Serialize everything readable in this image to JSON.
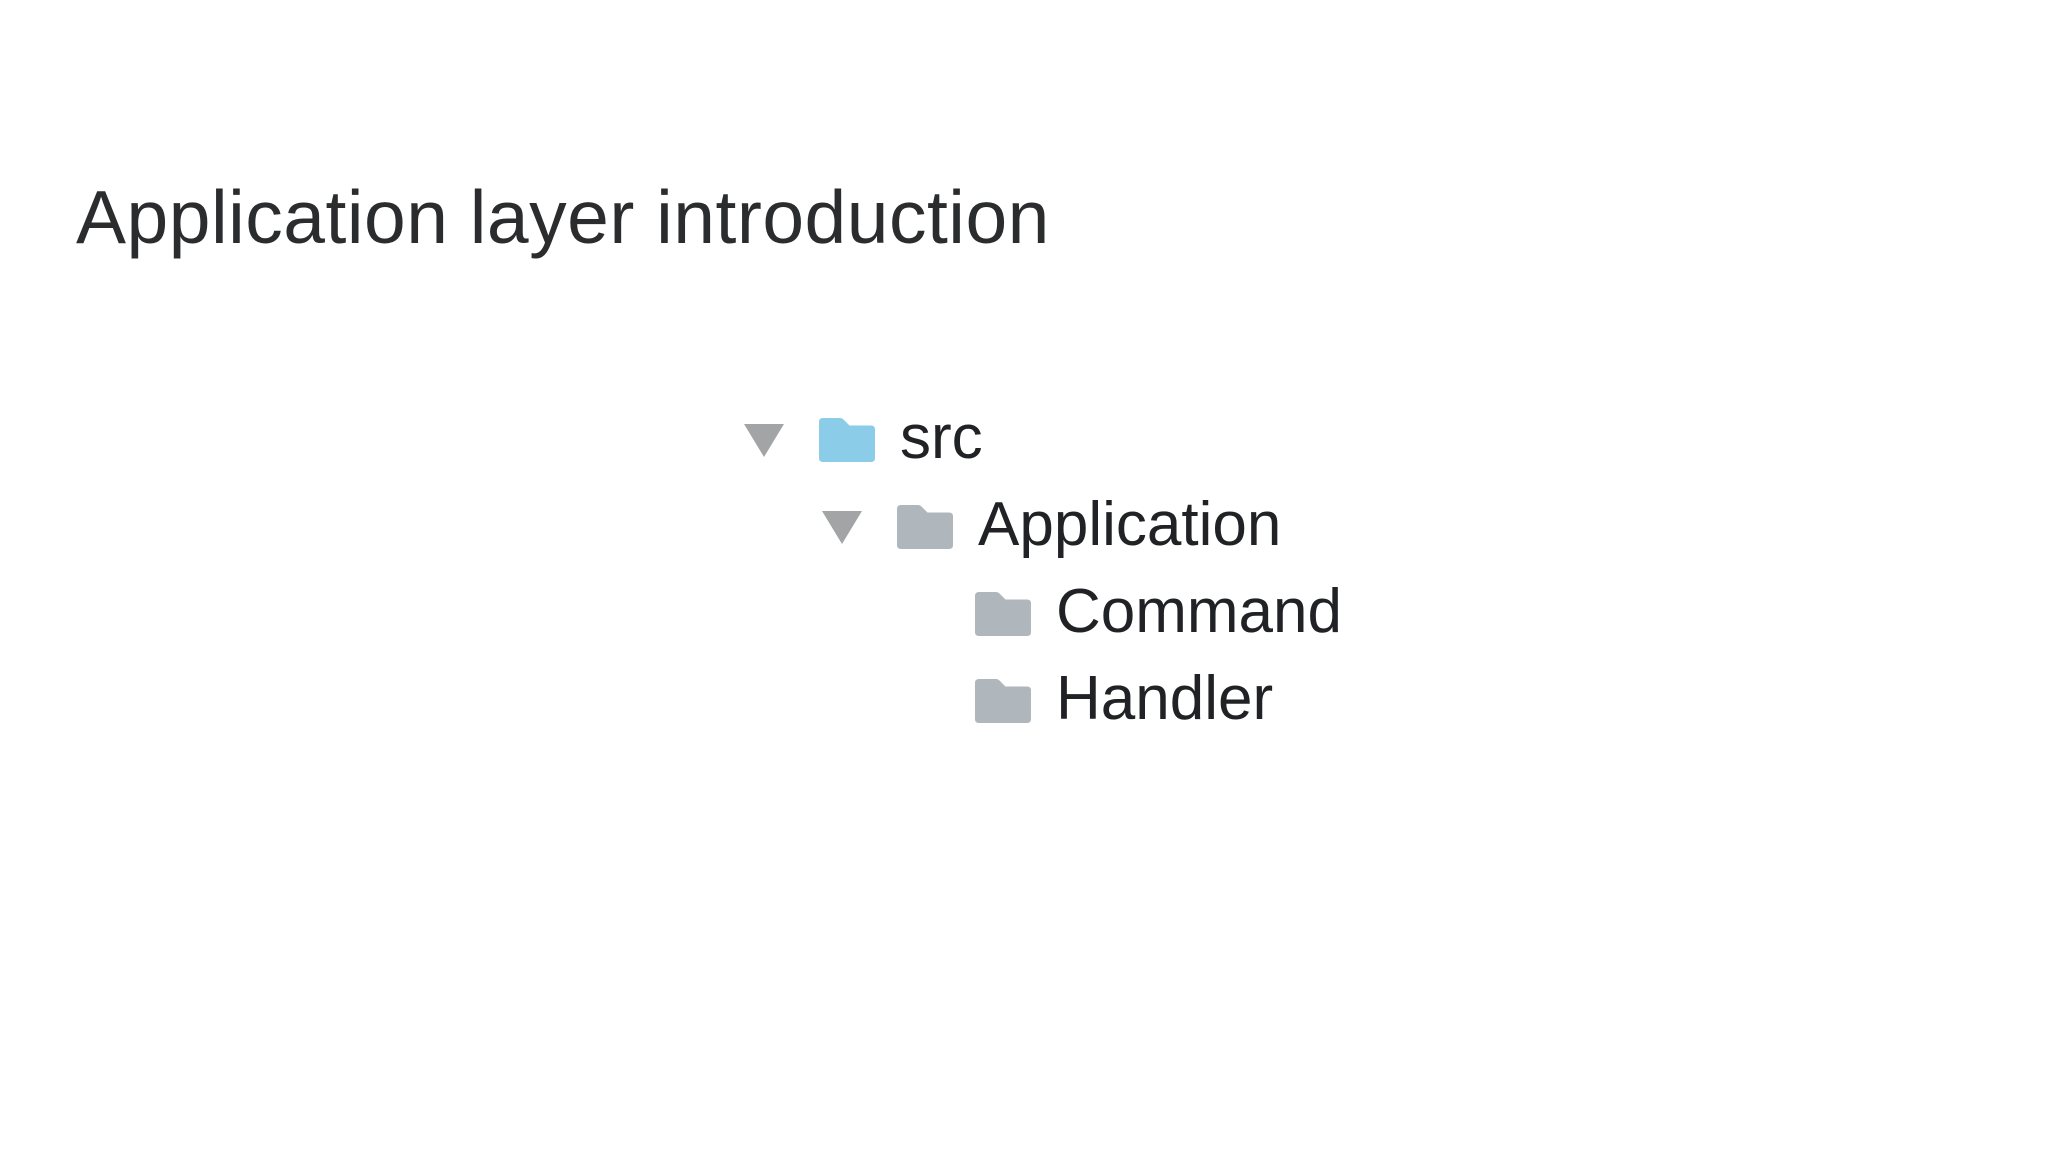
{
  "slide": {
    "title": "Application layer introduction"
  },
  "tree": {
    "items": [
      {
        "label": "src",
        "level": 0,
        "expanded": true,
        "folder_color": "blue",
        "has_disclosure": true
      },
      {
        "label": "Application",
        "level": 1,
        "expanded": true,
        "folder_color": "gray",
        "has_disclosure": true
      },
      {
        "label": "Command",
        "level": 2,
        "expanded": false,
        "folder_color": "gray",
        "has_disclosure": false
      },
      {
        "label": "Handler",
        "level": 2,
        "expanded": false,
        "folder_color": "gray",
        "has_disclosure": false
      }
    ]
  },
  "icons": {
    "disclosure": "triangle-down-icon",
    "folder": "folder-icon"
  },
  "colors": {
    "background": "#ffffff",
    "title_text": "#2b2c2e",
    "tree_text": "#212225",
    "folder_blue": "#8bcde9",
    "folder_gray": "#afb6bc",
    "disclosure_triangle": "#a2a4a6"
  }
}
